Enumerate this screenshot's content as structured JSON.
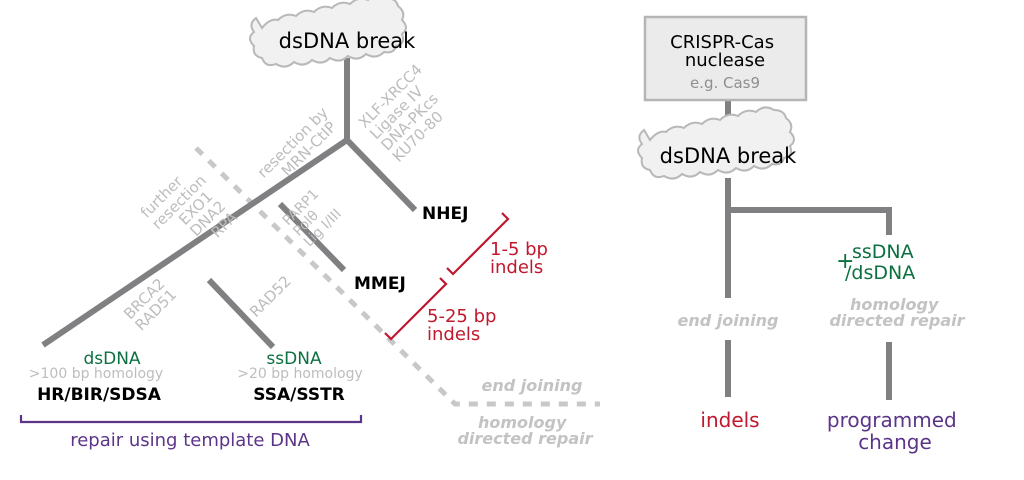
{
  "left": {
    "break_label": "dsDNA break",
    "nhej_enzymes": [
      "XLF-XRCC4",
      "Ligase IV",
      "DNA-PKcs",
      "KU70-80"
    ],
    "resection_enzymes": [
      "resection by",
      "MRN-CtIP"
    ],
    "mmej_enzymes": [
      "PARP1",
      "Polθ",
      "Lig I/III"
    ],
    "further_resection_enzymes": [
      "further",
      "resection",
      "EXO1",
      "DNA2",
      "RPA"
    ],
    "hr_enzymes": [
      "BRCA2",
      "RAD51"
    ],
    "ssa_enzymes": [
      "RAD52"
    ],
    "nhej_label": "NHEJ",
    "mmej_label": "MMEJ",
    "nhej_indels": [
      "1-5 bp",
      "indels"
    ],
    "mmej_indels": [
      "5-25 bp",
      "indels"
    ],
    "hr": {
      "template": "dsDNA",
      "homology": ">100 bp homology",
      "name": "HR/BIR/SDSA"
    },
    "ssa": {
      "template": "ssDNA",
      "homology": ">20 bp homology",
      "name": "SSA/SSTR"
    },
    "template_bracket_label": "repair using template DNA",
    "divider_top_label": "end joining",
    "divider_bottom_label": [
      "homology",
      "directed repair"
    ]
  },
  "right": {
    "nuclease_title": [
      "CRISPR-Cas",
      "nuclease"
    ],
    "nuclease_example": "e.g. Cas9",
    "break_label": "dsDNA break",
    "donor_plus": "+",
    "donor_label": [
      "ssDNA",
      "/dsDNA"
    ],
    "end_joining_label": "end joining",
    "hdr_label": [
      "homology",
      "directed repair"
    ],
    "outcome_indels": "indels",
    "outcome_programmed": [
      "programmed",
      "change"
    ]
  },
  "colors": {
    "branch_line": "#808083",
    "enzyme_text": "#bdbdbd",
    "template_green": "#0c7040",
    "indel_red": "#c0182e",
    "template_purple": "#5c3589",
    "pathway_italic": "#c3c3c3"
  }
}
